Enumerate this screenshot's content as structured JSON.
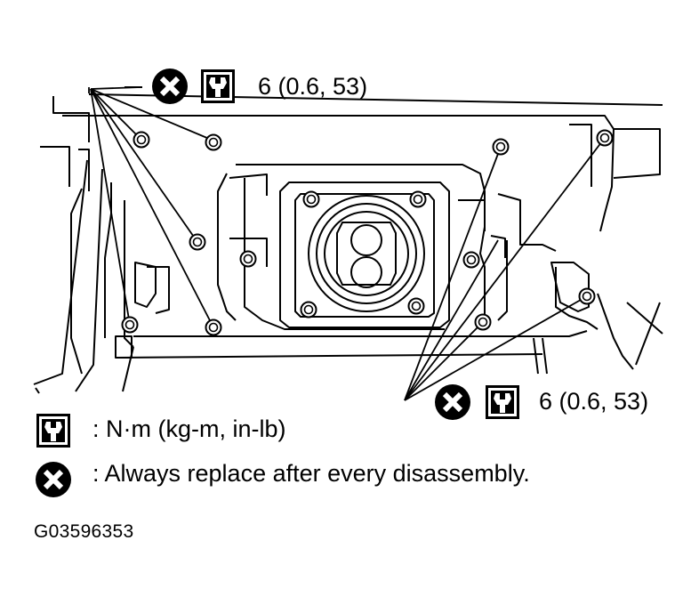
{
  "callouts": {
    "top_torque": "6 (0.6, 53)",
    "bottom_torque": "6 (0.6, 53)"
  },
  "legend": {
    "torque_units": ": N·m (kg-m, in-lb)",
    "replace_note": ": Always replace after every disassembly."
  },
  "figure_id": "G03596353",
  "icons": {
    "replace": "x-circle-icon",
    "torque": "wrench-icon"
  }
}
